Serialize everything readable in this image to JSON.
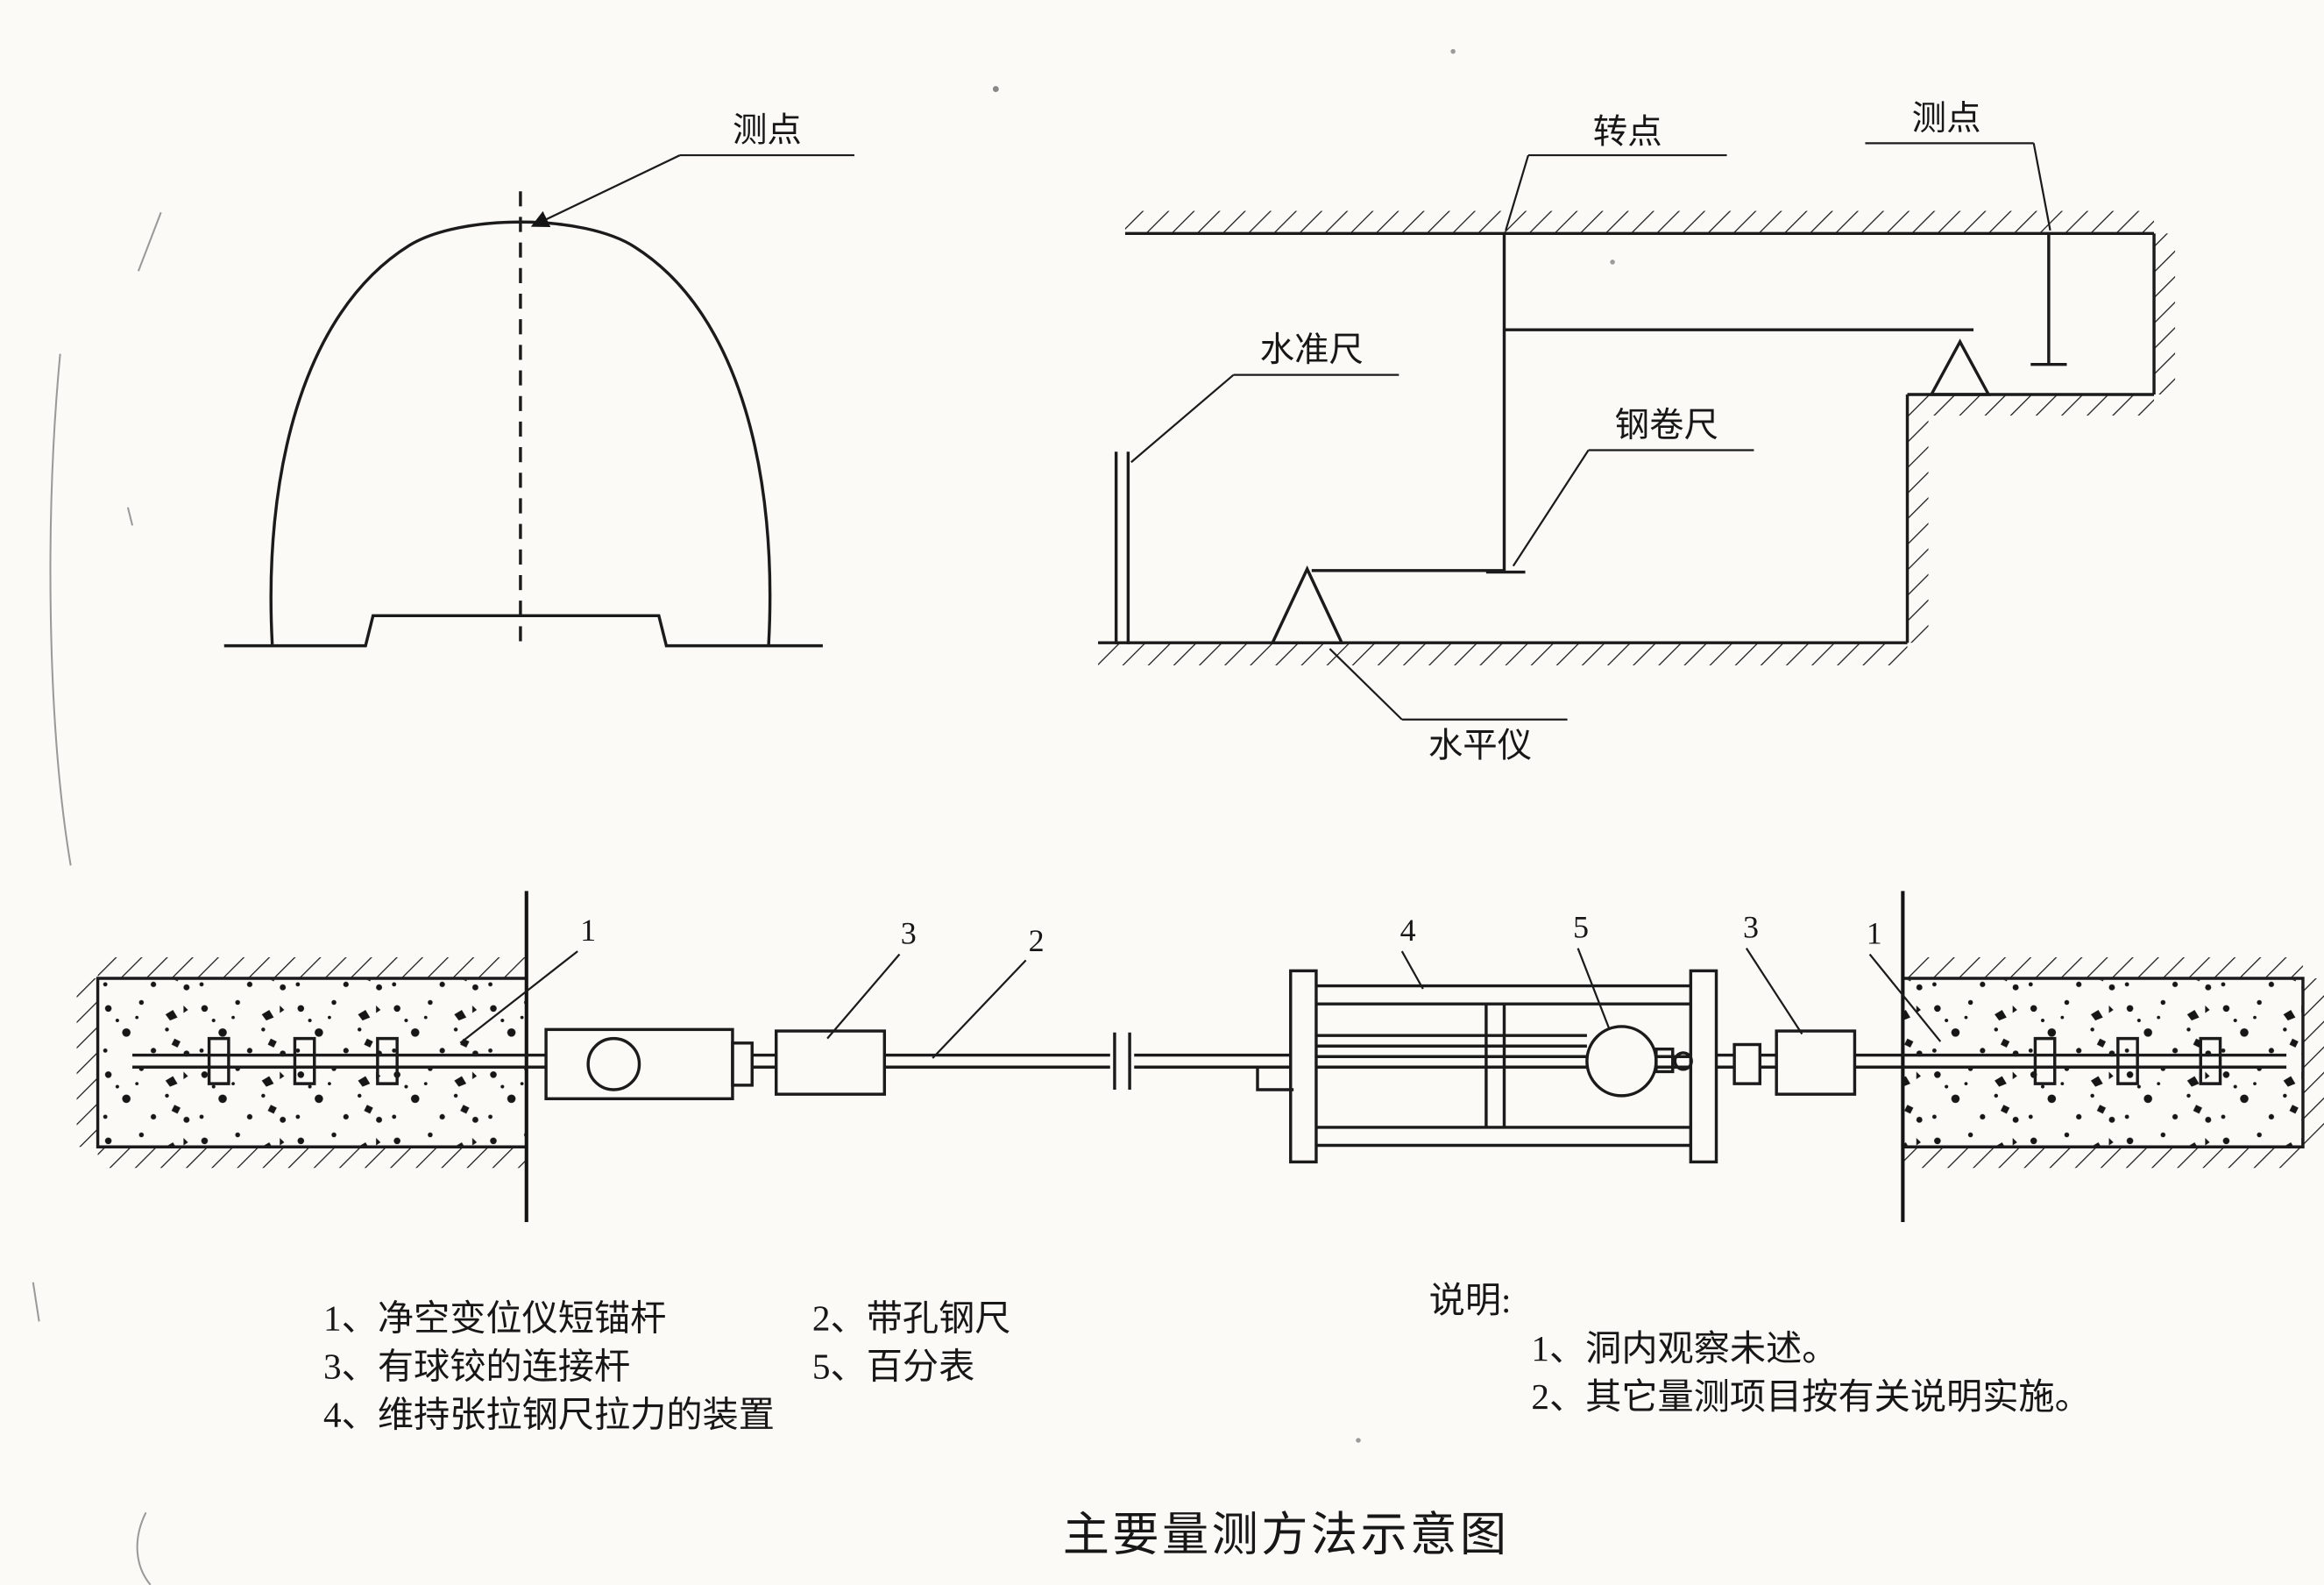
{
  "page": {
    "title": "主要量测方法示意图"
  },
  "tunnel_section": {
    "point_label": "测点"
  },
  "leveling": {
    "turning_point_label": "转点",
    "point_label": "测点",
    "leveling_rod_label": "水准尺",
    "steel_tape_label": "钢卷尺",
    "level_instrument_label": "水平仪"
  },
  "convergence": {
    "callouts": [
      "1",
      "3",
      "2",
      "4",
      "5",
      "3",
      "1"
    ]
  },
  "legend": {
    "col1": [
      "1、净空变位仪短锚杆",
      "3、有球铰的连接杆",
      "4、维持张拉钢尺拉力的装置"
    ],
    "col2": [
      "2、带孔钢尺",
      "5、百分表"
    ]
  },
  "notes": {
    "heading": "说明:",
    "items": [
      "1、洞内观察未述。",
      "2、其它量测项目按有关说明实施。"
    ]
  }
}
